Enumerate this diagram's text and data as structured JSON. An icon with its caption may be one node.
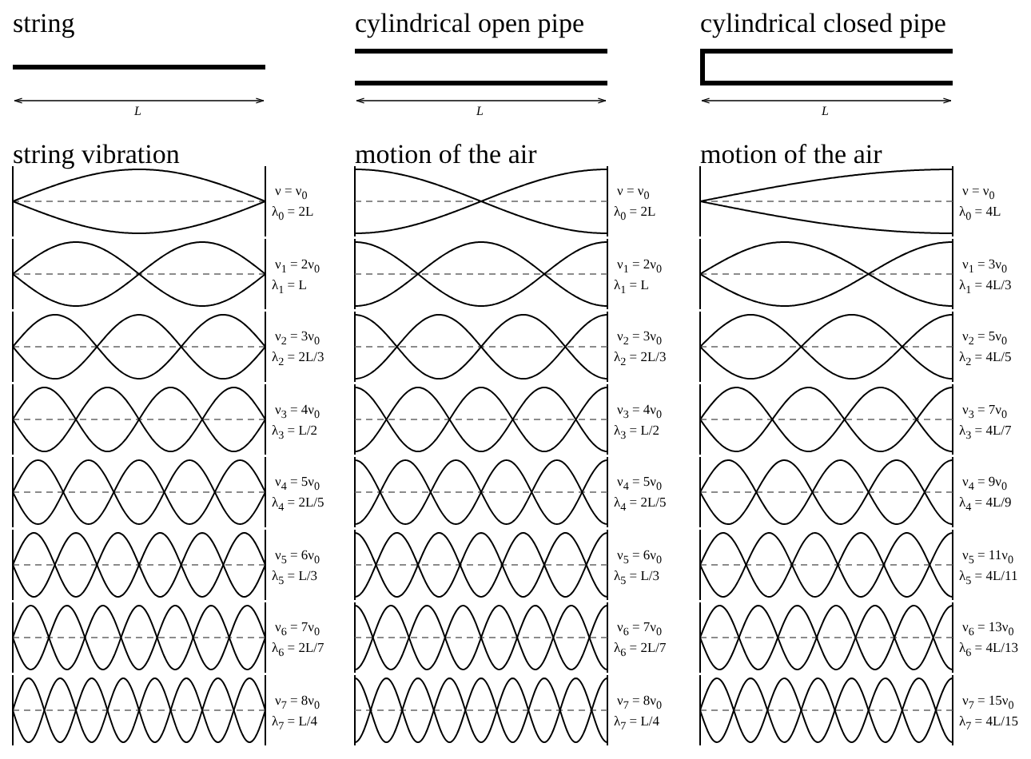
{
  "diagram": {
    "labels": [
      "string",
      "cylindrical open pipe",
      "cylindrical closed pipe",
      "L",
      "L",
      "L",
      "string vibration",
      "motion of the air",
      "motion of the air",
      "ν = ν$_{0}$",
      "λ$_{0}$ = 2L",
      "ν = ν$_{0}$",
      "λ$_{0}$ = 2L",
      "ν = ν$_{0}$",
      "λ$_{0}$ = 4L",
      "ν$_{1}$ = 2ν$_{0}$",
      "λ$_{1}$ = L",
      "ν$_{1}$ = 2ν$_{0}$",
      "λ$_{1}$ = L",
      "ν$_{1}$ = 3ν$_{0}$",
      "λ$_{1}$ = 4L/3",
      "ν$_{2}$ = 3ν$_{0}$",
      "λ$_{2}$ = 2L/3",
      "ν$_{2}$ = 3ν$_{0}$",
      "λ$_{2}$ = 2L/3",
      "ν$_{2}$ = 5ν$_{0}$",
      "λ$_{2}$ = 4L/5",
      "ν$_{3}$ = 4ν$_{0}$",
      "λ$_{3}$ = L/2",
      "ν$_{3}$ = 4ν$_{0}$",
      "λ$_{3}$ = L/2",
      "ν$_{3}$ = 7ν$_{0}$",
      "λ$_{3}$ = 4L/7",
      "ν$_{4}$ = 5ν$_{0}$",
      "λ$_{4}$ = 2L/5",
      "ν$_{4}$ = 5ν$_{0}$",
      "λ$_{4}$ = 2L/5",
      "ν$_{4}$ = 9ν$_{0}$",
      "λ$_{4}$ = 4L/9",
      "ν$_{5}$ = 6ν$_{0}$",
      "λ$_{5}$ = L/3",
      "ν$_{5}$ = 6ν$_{0}$",
      "λ$_{5}$ = L/3",
      "ν$_{5}$ = 11ν$_{0}$",
      "λ$_{5}$ = 4L/11",
      "ν$_{6}$ = 7ν$_{0}$",
      "λ$_{6}$ = 2L/7",
      "ν$_{6}$ = 7ν$_{0}$",
      "λ$_{6}$ = 2L/7",
      "ν$_{6}$ = 13ν$_{0}$",
      "λ$_{6}$ = 4L/13",
      "ν$_{7}$ = 8ν$_{0}$",
      "λ$_{7}$ = L/4",
      "ν$_{7}$ = 8ν$_{0}$",
      "λ$_{7}$ = L/4",
      "ν$_{7}$ = 15ν$_{0}$",
      "λ$_{7}$ = 4L/15"
    ]
  }
}
